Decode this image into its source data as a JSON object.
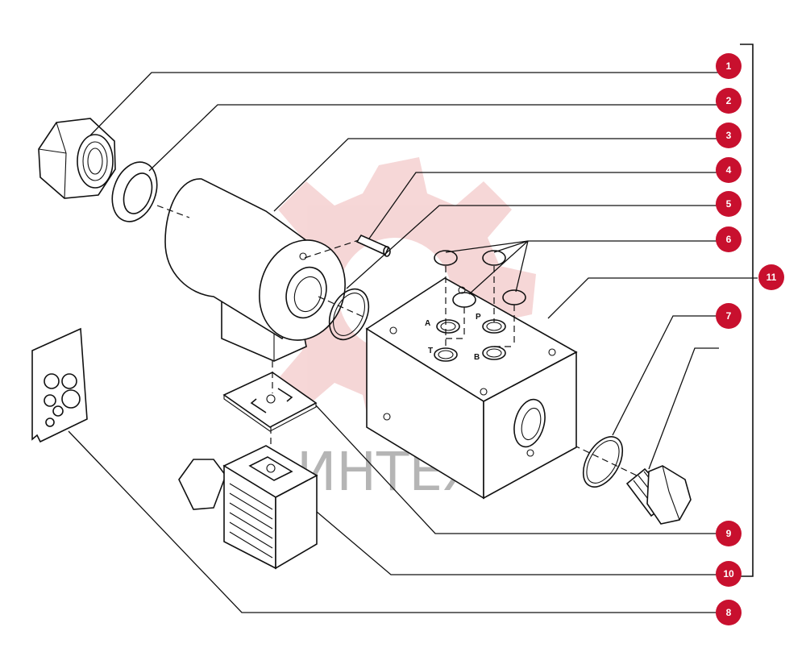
{
  "callouts": [
    {
      "n": "1"
    },
    {
      "n": "2"
    },
    {
      "n": "3"
    },
    {
      "n": "4"
    },
    {
      "n": "5"
    },
    {
      "n": "6"
    },
    {
      "n": "11"
    },
    {
      "n": "7"
    },
    {
      "n": "9"
    },
    {
      "n": "10"
    },
    {
      "n": "8"
    }
  ],
  "ports": {
    "a": "A",
    "p": "P",
    "t": "T",
    "b": "B"
  },
  "watermark": {
    "text": "ИНТЕХ",
    "color": "#e8a0a0"
  },
  "badge_color": "#c8102e"
}
